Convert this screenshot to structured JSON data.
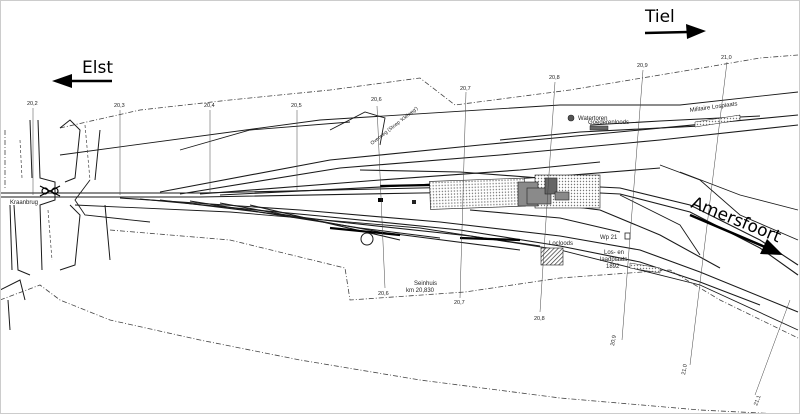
{
  "directions": {
    "elst": "Elst",
    "tiel": "Tiel",
    "amersfoort": "Amersfoort"
  },
  "labels": {
    "kraanbrug": "Kraanbrug",
    "watertoren": "Watertoren",
    "goederenloods": "Goederenloods",
    "militaire_losplaats": "Militaire Losplaats",
    "overweg": "Overweg (Stoep 'Kleiweg')",
    "locloods": "Locloods",
    "wp": "Wp 21",
    "losplaats_1": "Los- en",
    "losplaats_2": "laadplaats",
    "losplaats_year": "1892",
    "seinhuis_1": "Seinhuis",
    "seinhuis_2": "km 20,830"
  },
  "km_markers": {
    "k202": "20,2",
    "k203": "20,3",
    "k204": "20,4",
    "k205": "20,5",
    "k206a": "20,6",
    "k206b": "20,6",
    "k207a": "20,7",
    "k207b": "20,7",
    "k208a": "20,8",
    "k208b": "20,8",
    "k209a": "20,9",
    "k209b": "20,9",
    "k210a": "21,0",
    "k210b": "21,0",
    "k211": "21,1"
  },
  "colors": {
    "line": "#1a1a1a",
    "dash": "#444444",
    "hatch": "#999999"
  }
}
